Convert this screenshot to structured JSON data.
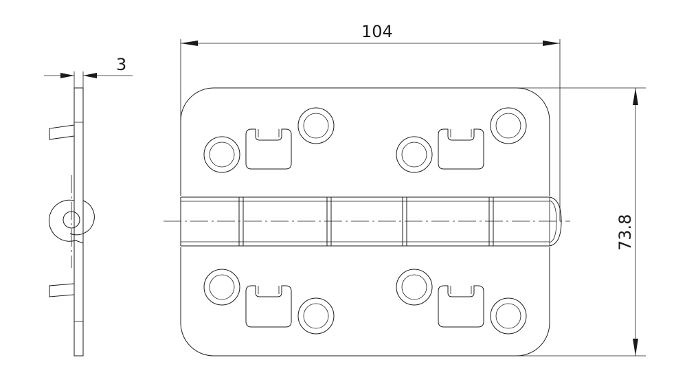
{
  "drawing": {
    "dimensions": {
      "width": "104",
      "height": "73.8",
      "thickness": "3"
    },
    "line_color": "#1a1a1a",
    "background": "#ffffff"
  }
}
